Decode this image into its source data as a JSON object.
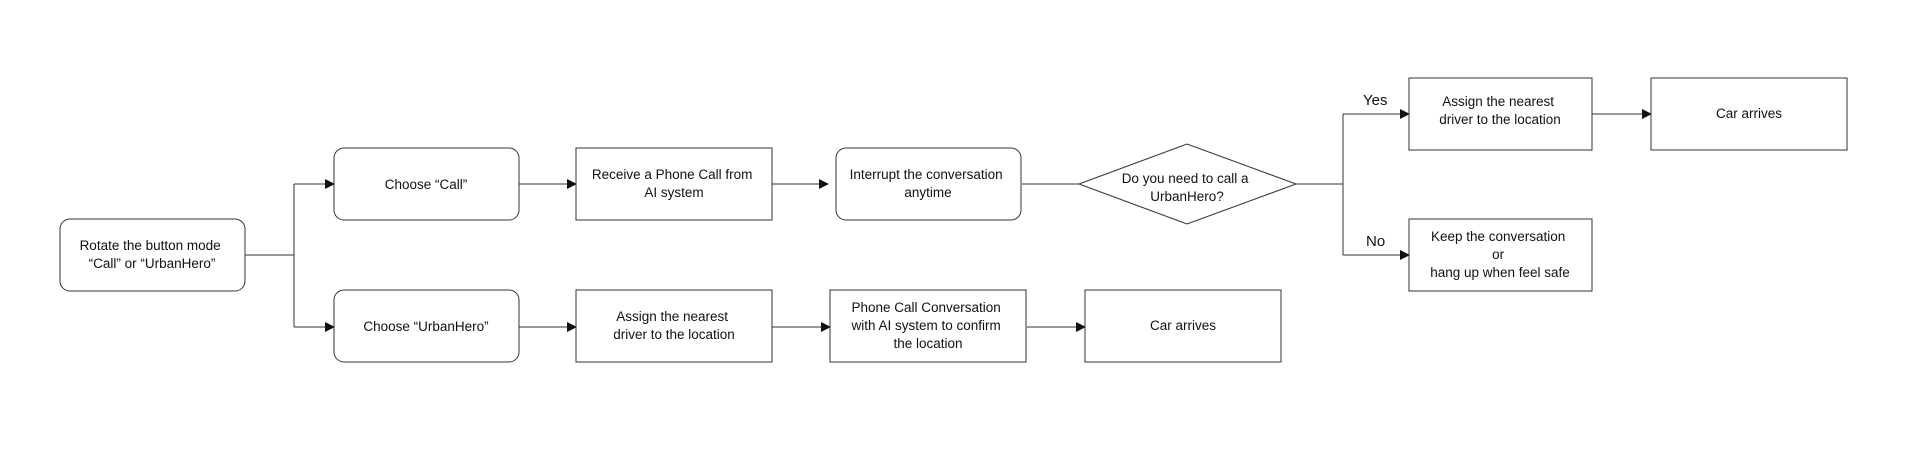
{
  "nodes": {
    "start": {
      "lines": [
        "Rotate the button mode",
        "“Call” or “UrbanHero”"
      ]
    },
    "choose_call": {
      "lines": [
        "Choose “Call”"
      ]
    },
    "receive_call": {
      "lines": [
        "Receive a Phone Call from",
        "AI system"
      ]
    },
    "interrupt": {
      "lines": [
        "Interrupt the conversation",
        "anytime"
      ]
    },
    "decision": {
      "lines": [
        "Do you need to call a",
        "UrbanHero?"
      ]
    },
    "assign_top": {
      "lines": [
        "Assign the nearest",
        "driver to the location"
      ]
    },
    "car_top": {
      "lines": [
        "Car arrives"
      ]
    },
    "keep": {
      "lines": [
        "Keep the conversation",
        "or",
        "hang up when feel safe"
      ]
    },
    "choose_urbanhero": {
      "lines": [
        "Choose “UrbanHero”"
      ]
    },
    "assign_bottom": {
      "lines": [
        "Assign the nearest",
        "driver to the location"
      ]
    },
    "confirm": {
      "lines": [
        "Phone Call Conversation",
        "with AI system to confirm",
        "the location"
      ]
    },
    "car_bottom": {
      "lines": [
        "Car arrives"
      ]
    }
  },
  "edge_labels": {
    "yes": "Yes",
    "no": "No"
  }
}
